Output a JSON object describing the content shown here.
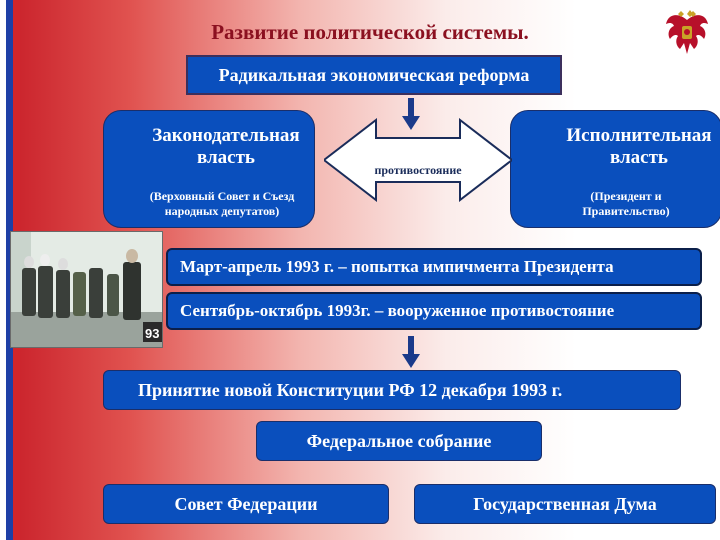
{
  "title": "Развитие политической системы.",
  "reform": "Радикальная экономическая реформа",
  "legislative": {
    "title": "Законодательная власть",
    "detail": "(Верховный Совет и Съезд народных депутатов)"
  },
  "executive": {
    "title": "Исполнительная власть",
    "detail": "(Президент и Правительство)"
  },
  "confrontation": "противостояние",
  "events": [
    "Март-апрель 1993 г. – попытка импичмента Президента",
    "Сентябрь-октябрь 1993г. – вооруженное противостояние"
  ],
  "constitution": "Принятие новой Конституции РФ 12 декабря 1993 г.",
  "federal_assembly": "Федеральное собрание",
  "chambers": {
    "federation_council": "Совет Федерации",
    "state_duma": "Государственная Дума"
  },
  "photo_caption": "93",
  "colors": {
    "box_blue": "#0a4fbd",
    "title_red": "#8b1020",
    "flag_blue": "#1e3fa6",
    "flag_red": "#d3262b"
  },
  "icons": {
    "emblem": "russian-coat-of-arms-icon",
    "arrow": "down-arrow-icon",
    "double_arrow": "double-headed-arrow-icon"
  }
}
